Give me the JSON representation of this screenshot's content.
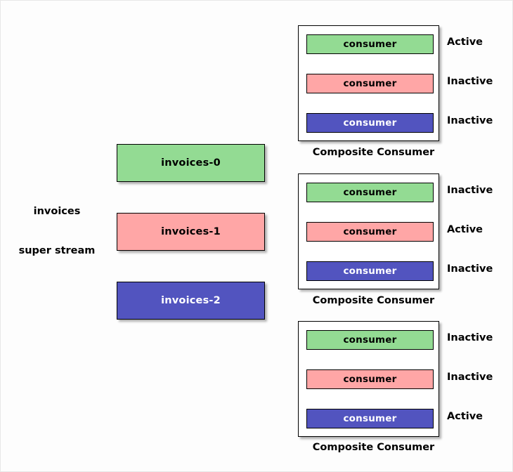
{
  "colors": {
    "green": "#93DB93",
    "pink": "#FFA6A6",
    "blue": "#5254BF",
    "dark_text": "#000000",
    "light_text": "#FFFFFF",
    "background": "#FDFDFD",
    "border": "#000000"
  },
  "super_stream": {
    "name": "invoices",
    "kind": "super stream"
  },
  "partitions": [
    {
      "label": "invoices-0",
      "color_key": "green",
      "text_color": "#000000"
    },
    {
      "label": "invoices-1",
      "color_key": "pink",
      "text_color": "#000000"
    },
    {
      "label": "invoices-2",
      "color_key": "blue",
      "text_color": "#FFFFFF"
    }
  ],
  "composites": [
    {
      "caption": "Composite Consumer",
      "consumers": [
        {
          "label": "consumer",
          "color_key": "green",
          "text_color": "#000000",
          "status": "Active"
        },
        {
          "label": "consumer",
          "color_key": "pink",
          "text_color": "#000000",
          "status": "Inactive"
        },
        {
          "label": "consumer",
          "color_key": "blue",
          "text_color": "#FFFFFF",
          "status": "Inactive"
        }
      ]
    },
    {
      "caption": "Composite Consumer",
      "consumers": [
        {
          "label": "consumer",
          "color_key": "green",
          "text_color": "#000000",
          "status": "Inactive"
        },
        {
          "label": "consumer",
          "color_key": "pink",
          "text_color": "#000000",
          "status": "Active"
        },
        {
          "label": "consumer",
          "color_key": "blue",
          "text_color": "#FFFFFF",
          "status": "Inactive"
        }
      ]
    },
    {
      "caption": "Composite Consumer",
      "consumers": [
        {
          "label": "consumer",
          "color_key": "green",
          "text_color": "#000000",
          "status": "Inactive"
        },
        {
          "label": "consumer",
          "color_key": "pink",
          "text_color": "#000000",
          "status": "Inactive"
        },
        {
          "label": "consumer",
          "color_key": "blue",
          "text_color": "#FFFFFF",
          "status": "Active"
        }
      ]
    }
  ]
}
